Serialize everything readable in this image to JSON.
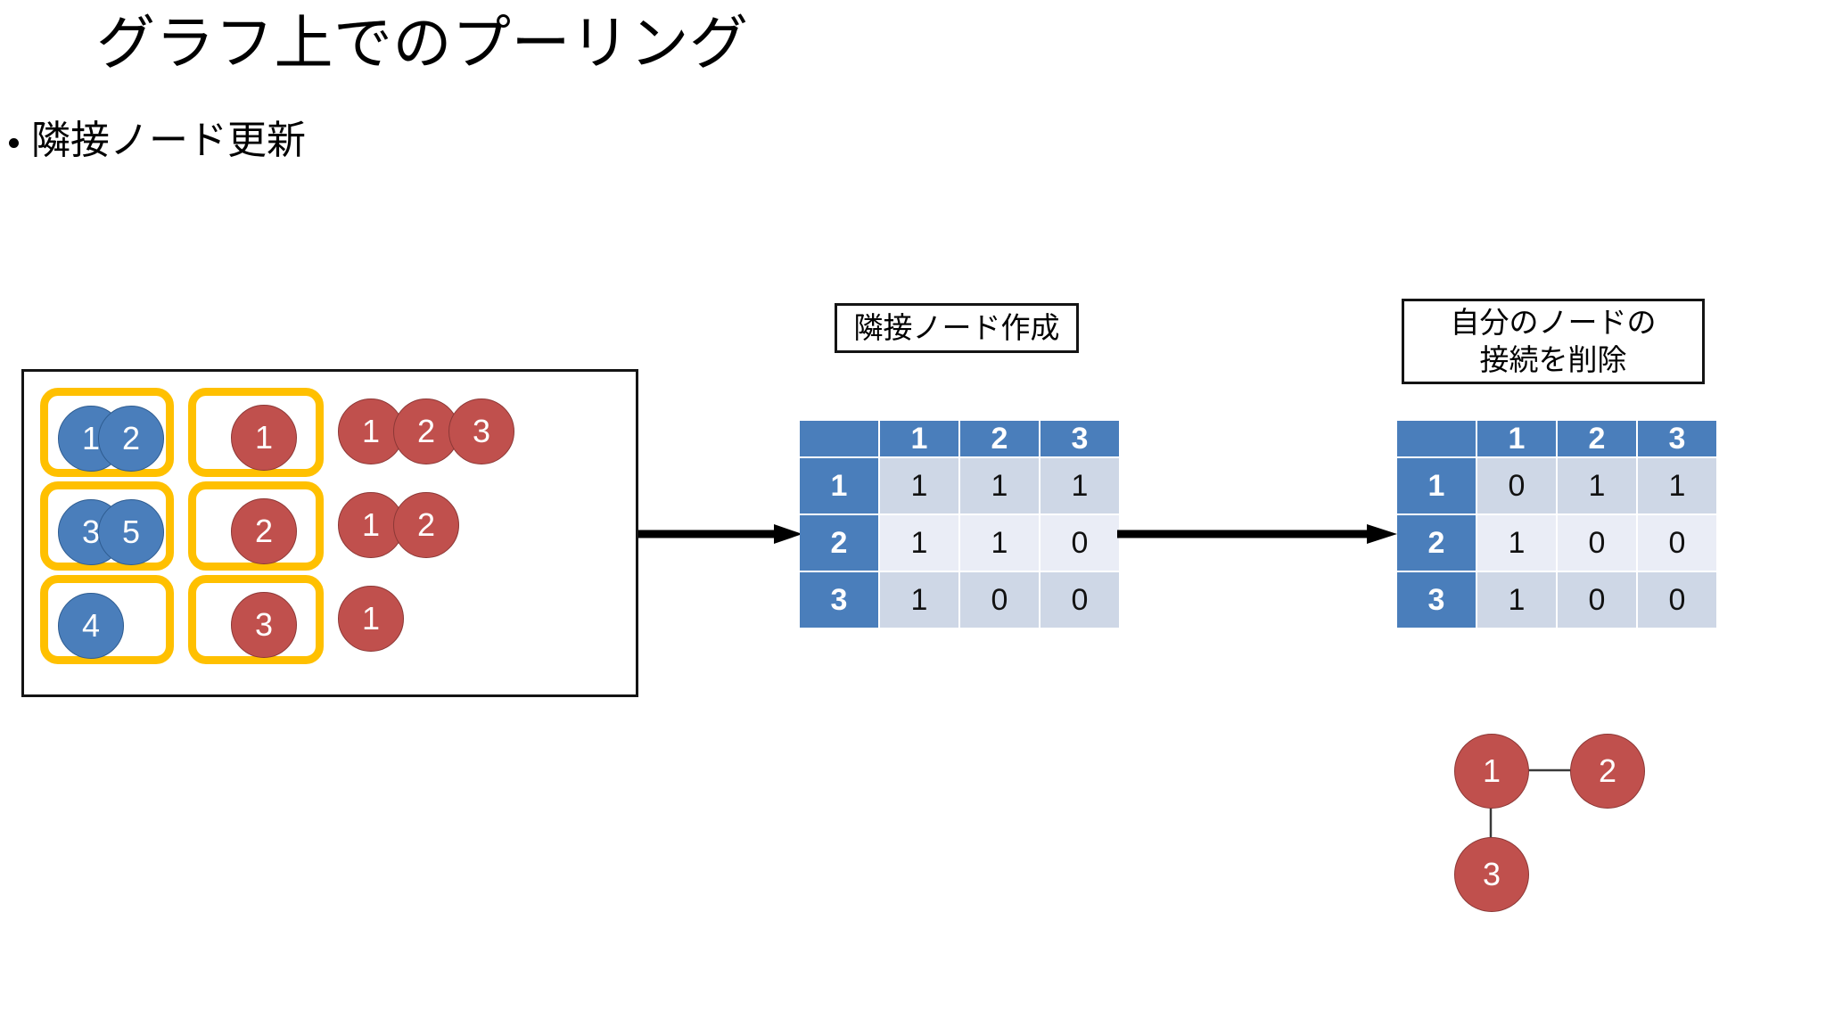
{
  "slide": {
    "title": "グラフ上でのプーリング",
    "bullet": "隣接ノード更新"
  },
  "left_panel": {
    "groups": [
      {
        "nodes": [
          "1",
          "2"
        ]
      },
      {
        "nodes": [
          "3",
          "5"
        ]
      },
      {
        "nodes": [
          "4"
        ]
      }
    ],
    "center_groups": [
      {
        "nodes": [
          "1"
        ]
      },
      {
        "nodes": [
          "2"
        ]
      },
      {
        "nodes": [
          "3"
        ]
      }
    ],
    "neighbor_rows": [
      [
        "1",
        "2",
        "3"
      ],
      [
        "1",
        "2"
      ],
      [
        "1"
      ]
    ]
  },
  "captions": {
    "middle": "隣接ノード作成",
    "right_line1": "自分のノードの",
    "right_line2": "接続を削除"
  },
  "chart_data": [
    {
      "type": "table",
      "title": "隣接ノード作成",
      "corner": "",
      "columns": [
        "1",
        "2",
        "3"
      ],
      "rows": [
        "1",
        "2",
        "3"
      ],
      "values": [
        [
          1,
          1,
          1
        ],
        [
          1,
          1,
          0
        ],
        [
          1,
          0,
          0
        ]
      ]
    },
    {
      "type": "table",
      "title": "自分のノードの接続を削除",
      "corner": "",
      "columns": [
        "1",
        "2",
        "3"
      ],
      "rows": [
        "1",
        "2",
        "3"
      ],
      "values": [
        [
          0,
          1,
          1
        ],
        [
          1,
          0,
          0
        ],
        [
          1,
          0,
          0
        ]
      ]
    }
  ],
  "result_graph": {
    "nodes": [
      "1",
      "2",
      "3"
    ],
    "edges": [
      [
        "1",
        "2"
      ],
      [
        "1",
        "3"
      ]
    ]
  },
  "colors": {
    "blue_node": "#4a7ebb",
    "red_node": "#c0504d",
    "group_outline": "#ffc000",
    "panel_outline": "#141414",
    "table_header": "#4a7ebb",
    "table_band_a": "#ced7e6",
    "table_band_b": "#eaedf6"
  }
}
